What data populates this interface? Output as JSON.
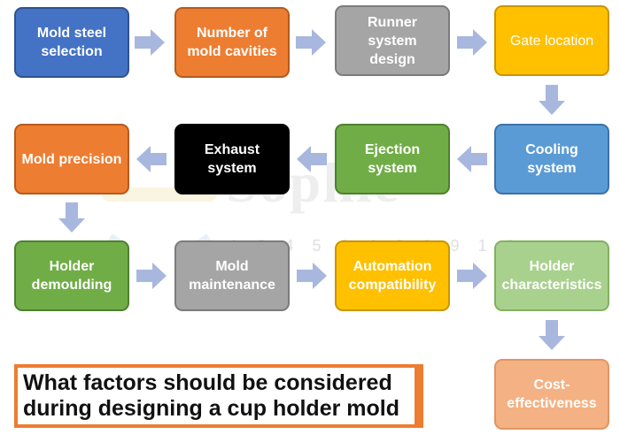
{
  "flow_steps": [
    {
      "label": "Mold steel\nselection",
      "color": "#4472C4",
      "border": "#2F528F"
    },
    {
      "label": "Number of\nmold cavities",
      "color": "#ED7D31",
      "border": "#B55A1E"
    },
    {
      "label": "Runner system\ndesign",
      "color": "#A5A5A5",
      "border": "#7B7B7B"
    },
    {
      "label": "Gate location",
      "color": "#FFC000",
      "border": "#C89600"
    },
    {
      "label": "Cooling\nsystem",
      "color": "#5B9BD5",
      "border": "#3C72A8"
    },
    {
      "label": "Ejection\nsystem",
      "color": "#70AD47",
      "border": "#4E8030"
    },
    {
      "label": "Exhaust\nsystem",
      "color": "#000000",
      "border": "#000000"
    },
    {
      "label": "Mold precision",
      "color": "#ED7D31",
      "border": "#B55A1E"
    },
    {
      "label": "Holder\ndemoulding",
      "color": "#70AD47",
      "border": "#4E8030"
    },
    {
      "label": "Mold\nmaintenance",
      "color": "#A5A5A5",
      "border": "#7B7B7B"
    },
    {
      "label": "Automation\ncompatibility",
      "color": "#FFC000",
      "border": "#C89600"
    },
    {
      "label": "Holder\ncharacteristics",
      "color": "#A9D18E",
      "border": "#82B060"
    },
    {
      "label": "Cost-\neffectiveness",
      "color": "#F4B183",
      "border": "#E39460"
    }
  ],
  "arrow_color": "#A8B7DE",
  "watermark": {
    "text": "Sophie",
    "phone_digits": [
      "1",
      "3",
      "4",
      "5",
      "6",
      "4",
      "8",
      "9",
      "9",
      "1",
      "2"
    ]
  },
  "title": {
    "text": "What factors should be considered\nduring designing a cup holder mold",
    "bar_color": "#ED7D31"
  }
}
